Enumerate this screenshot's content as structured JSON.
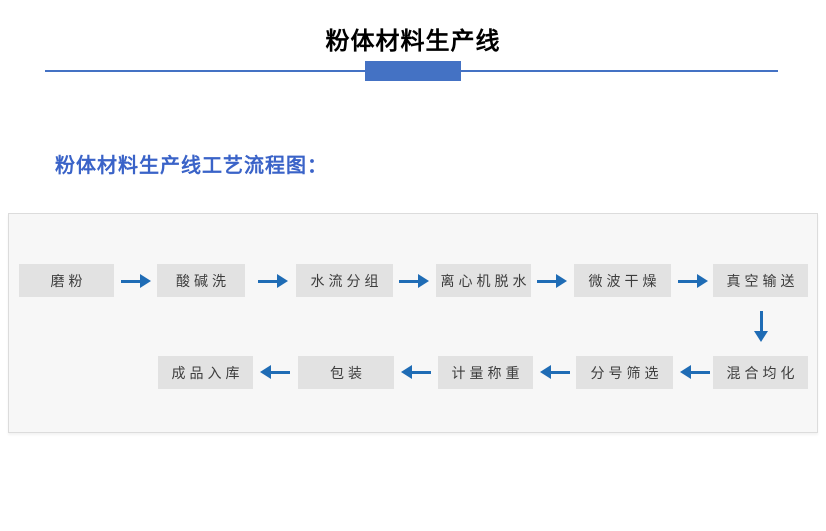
{
  "page": {
    "title": "粉体材料生产线",
    "section_heading": "粉体材料生产线工艺流程图："
  },
  "colors": {
    "accent_blue": "#4472c4",
    "subtitle_blue": "#3a63c8",
    "arrow_blue": "#1f6cb5",
    "node_bg": "#e2e2e2",
    "node_text": "#3d3d3d",
    "panel_bg": "#f7f7f7",
    "panel_border": "#dcdcdc"
  },
  "flowchart": {
    "row1": [
      {
        "label": "磨粉"
      },
      {
        "label": "酸碱洗"
      },
      {
        "label": "水流分组"
      },
      {
        "label": "离心机脱水"
      },
      {
        "label": "微波干燥"
      },
      {
        "label": "真空输送"
      }
    ],
    "row2": [
      {
        "label": "成品入库"
      },
      {
        "label": "包装"
      },
      {
        "label": "计量称重"
      },
      {
        "label": "分号筛选"
      },
      {
        "label": "混合均化"
      }
    ]
  }
}
